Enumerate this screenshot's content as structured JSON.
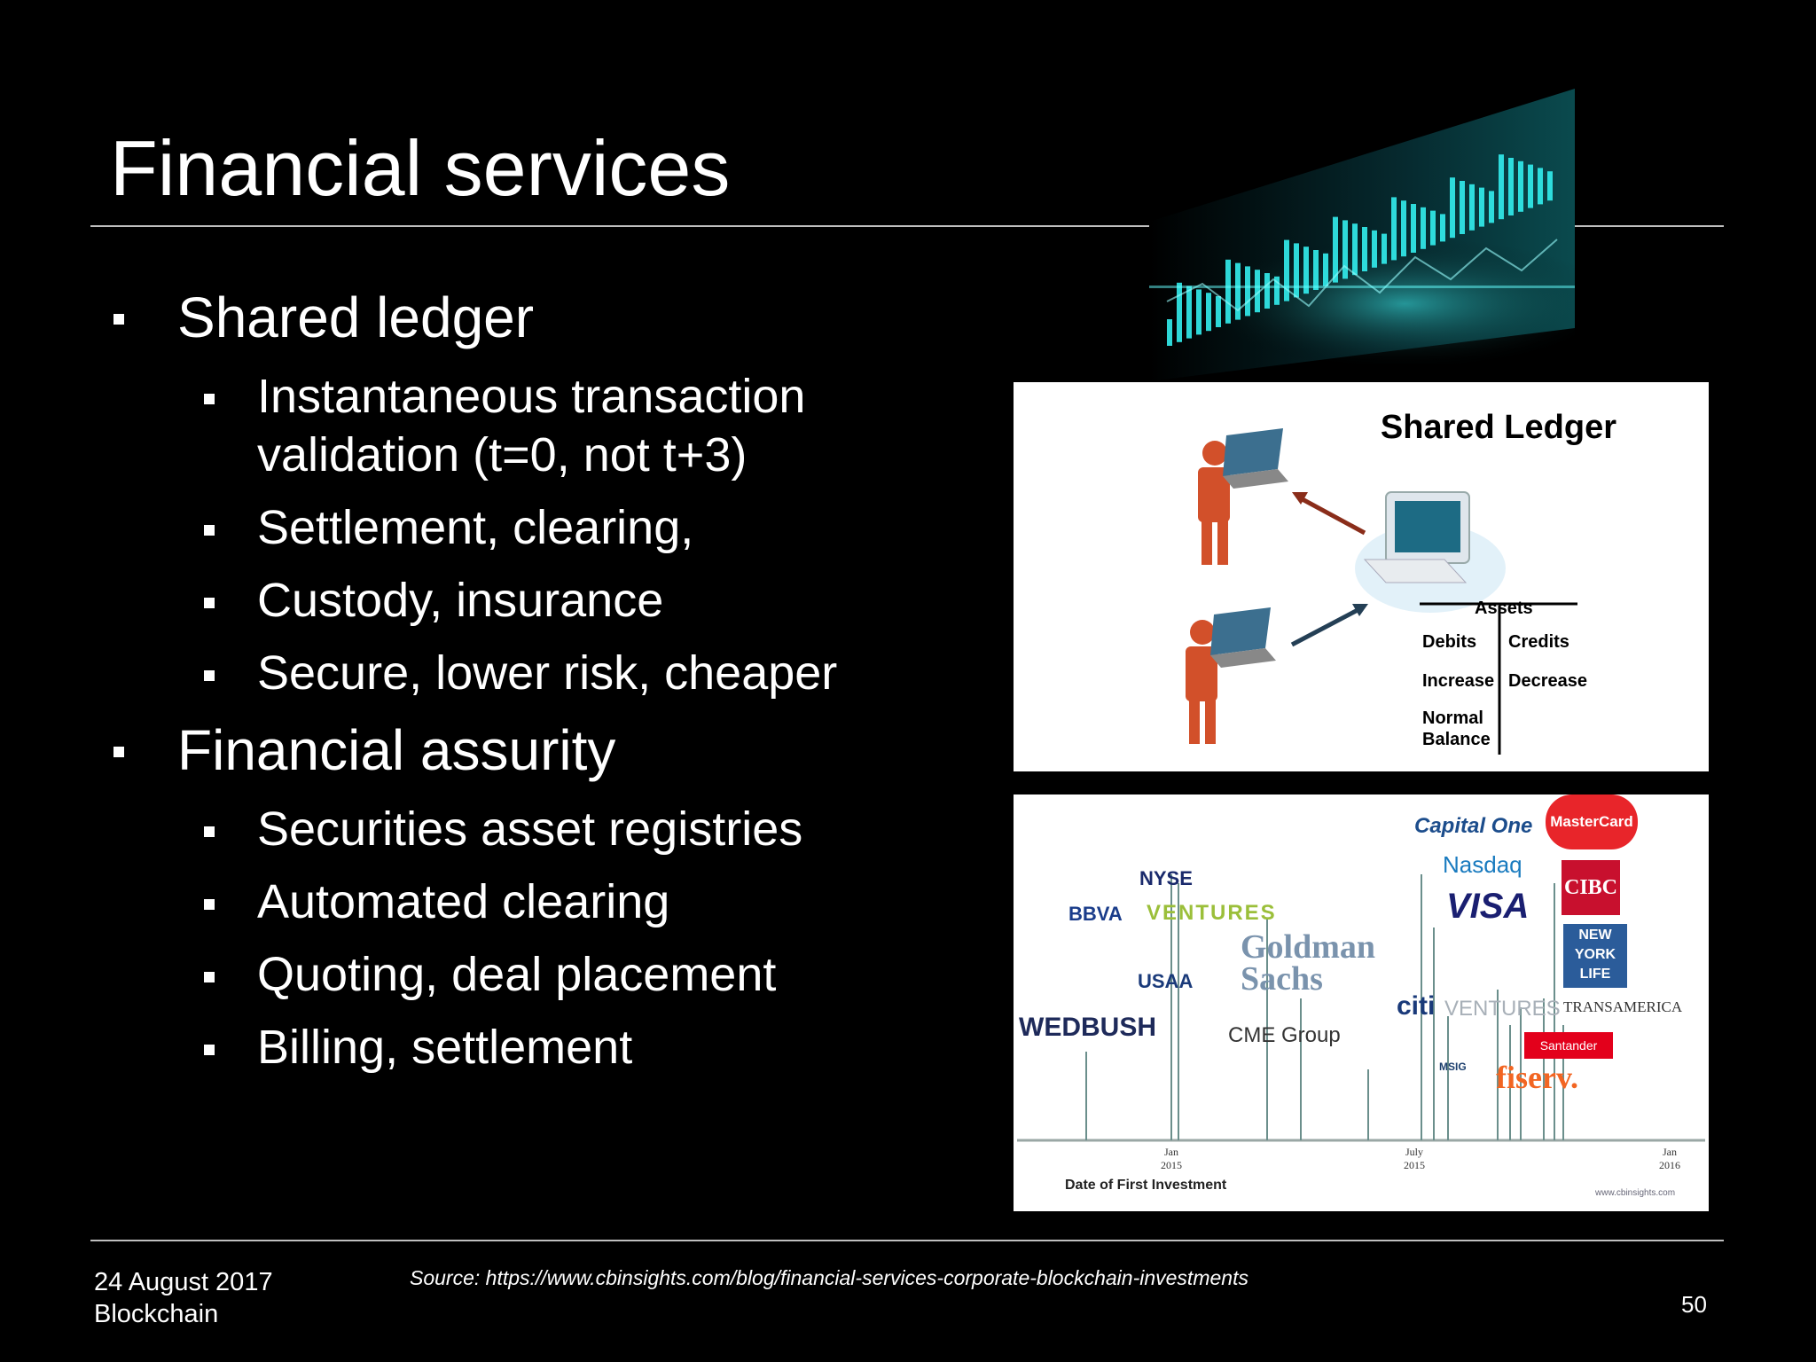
{
  "slide": {
    "title": "Financial services",
    "bullets": [
      {
        "text": "Shared ledger",
        "sub": [
          "Instantaneous transaction validation (t=0, not t+3)",
          "Settlement, clearing,",
          "Custody, insurance",
          "Secure, lower risk, cheaper"
        ]
      },
      {
        "text": "Financial assurity",
        "sub": [
          "Securities asset registries",
          "Automated clearing",
          "Quoting, deal placement",
          "Billing, settlement"
        ]
      }
    ],
    "footer": {
      "date": "24 August 2017",
      "topic": "Blockchain",
      "source": "Source: https://www.cbinsights.com/blog/financial-services-corporate-blockchain-investments",
      "page": "50"
    }
  },
  "ledger_figure": {
    "title": "Shared Ledger",
    "account_header": "Assets",
    "left_col": [
      "Debits",
      "Increase",
      "Normal",
      "Balance"
    ],
    "right_col": [
      "Credits",
      "Decrease"
    ]
  },
  "investment_figure": {
    "logos": [
      "NYSE",
      "BBVA",
      "VENTURES",
      "USAA",
      "Goldman",
      "Sachs",
      "WEDBUSH",
      "CME Group",
      "Capital One",
      "MasterCard",
      "Nasdaq",
      "CIBC",
      "VISA",
      "NEW YORK LIFE",
      "citi",
      "VENTURES",
      "TRANSAMERICA",
      "Santander",
      "MSIG",
      "fiserv."
    ],
    "axis_ticks": [
      {
        "label": "Jan",
        "year": "2015"
      },
      {
        "label": "July",
        "year": "2015"
      },
      {
        "label": "Jan",
        "year": "2016"
      }
    ],
    "axis_label": "Date of First Investment",
    "credit": "www.cbinsights.com"
  },
  "colors": {
    "background": "#000000",
    "text": "#ffffff",
    "rule": "#bfbfbf",
    "person": "#d2502a",
    "arrow": "#8a2d1a"
  }
}
